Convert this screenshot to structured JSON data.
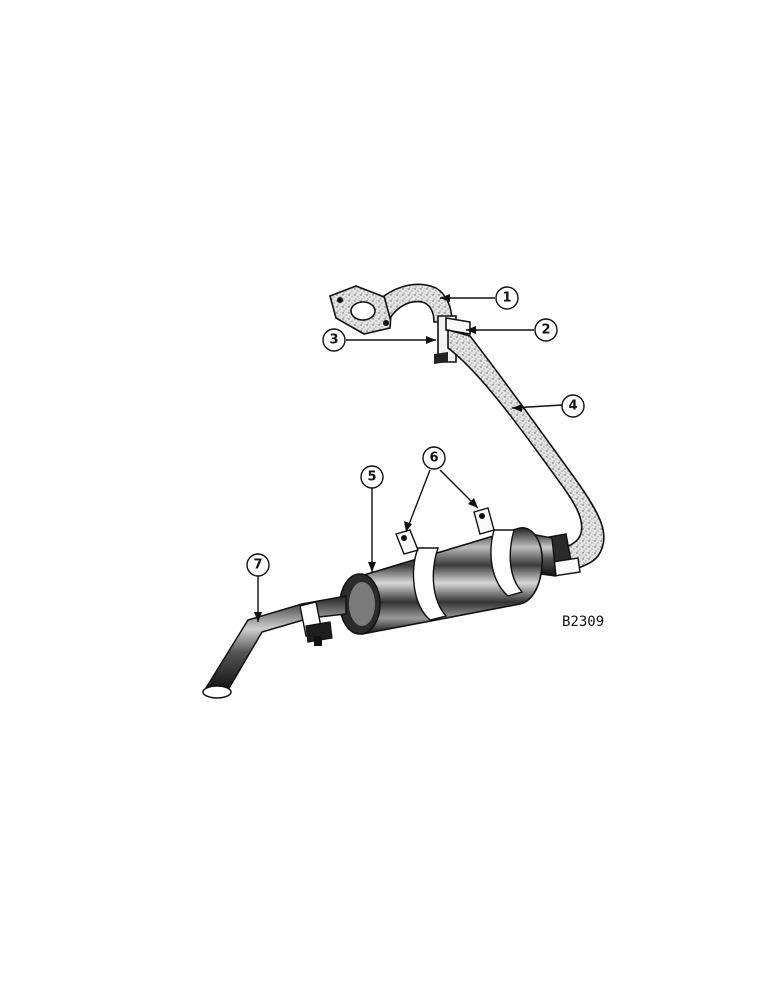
{
  "callouts": [
    {
      "id": "1",
      "label": "1"
    },
    {
      "id": "2",
      "label": "2"
    },
    {
      "id": "3",
      "label": "3"
    },
    {
      "id": "4",
      "label": "4"
    },
    {
      "id": "5",
      "label": "5"
    },
    {
      "id": "6",
      "label": "6"
    },
    {
      "id": "7",
      "label": "7"
    }
  ],
  "reference_code": "B2309",
  "colors": {
    "ink": "#111111",
    "speckle": "#6f6f6f",
    "paper": "#ffffff"
  }
}
